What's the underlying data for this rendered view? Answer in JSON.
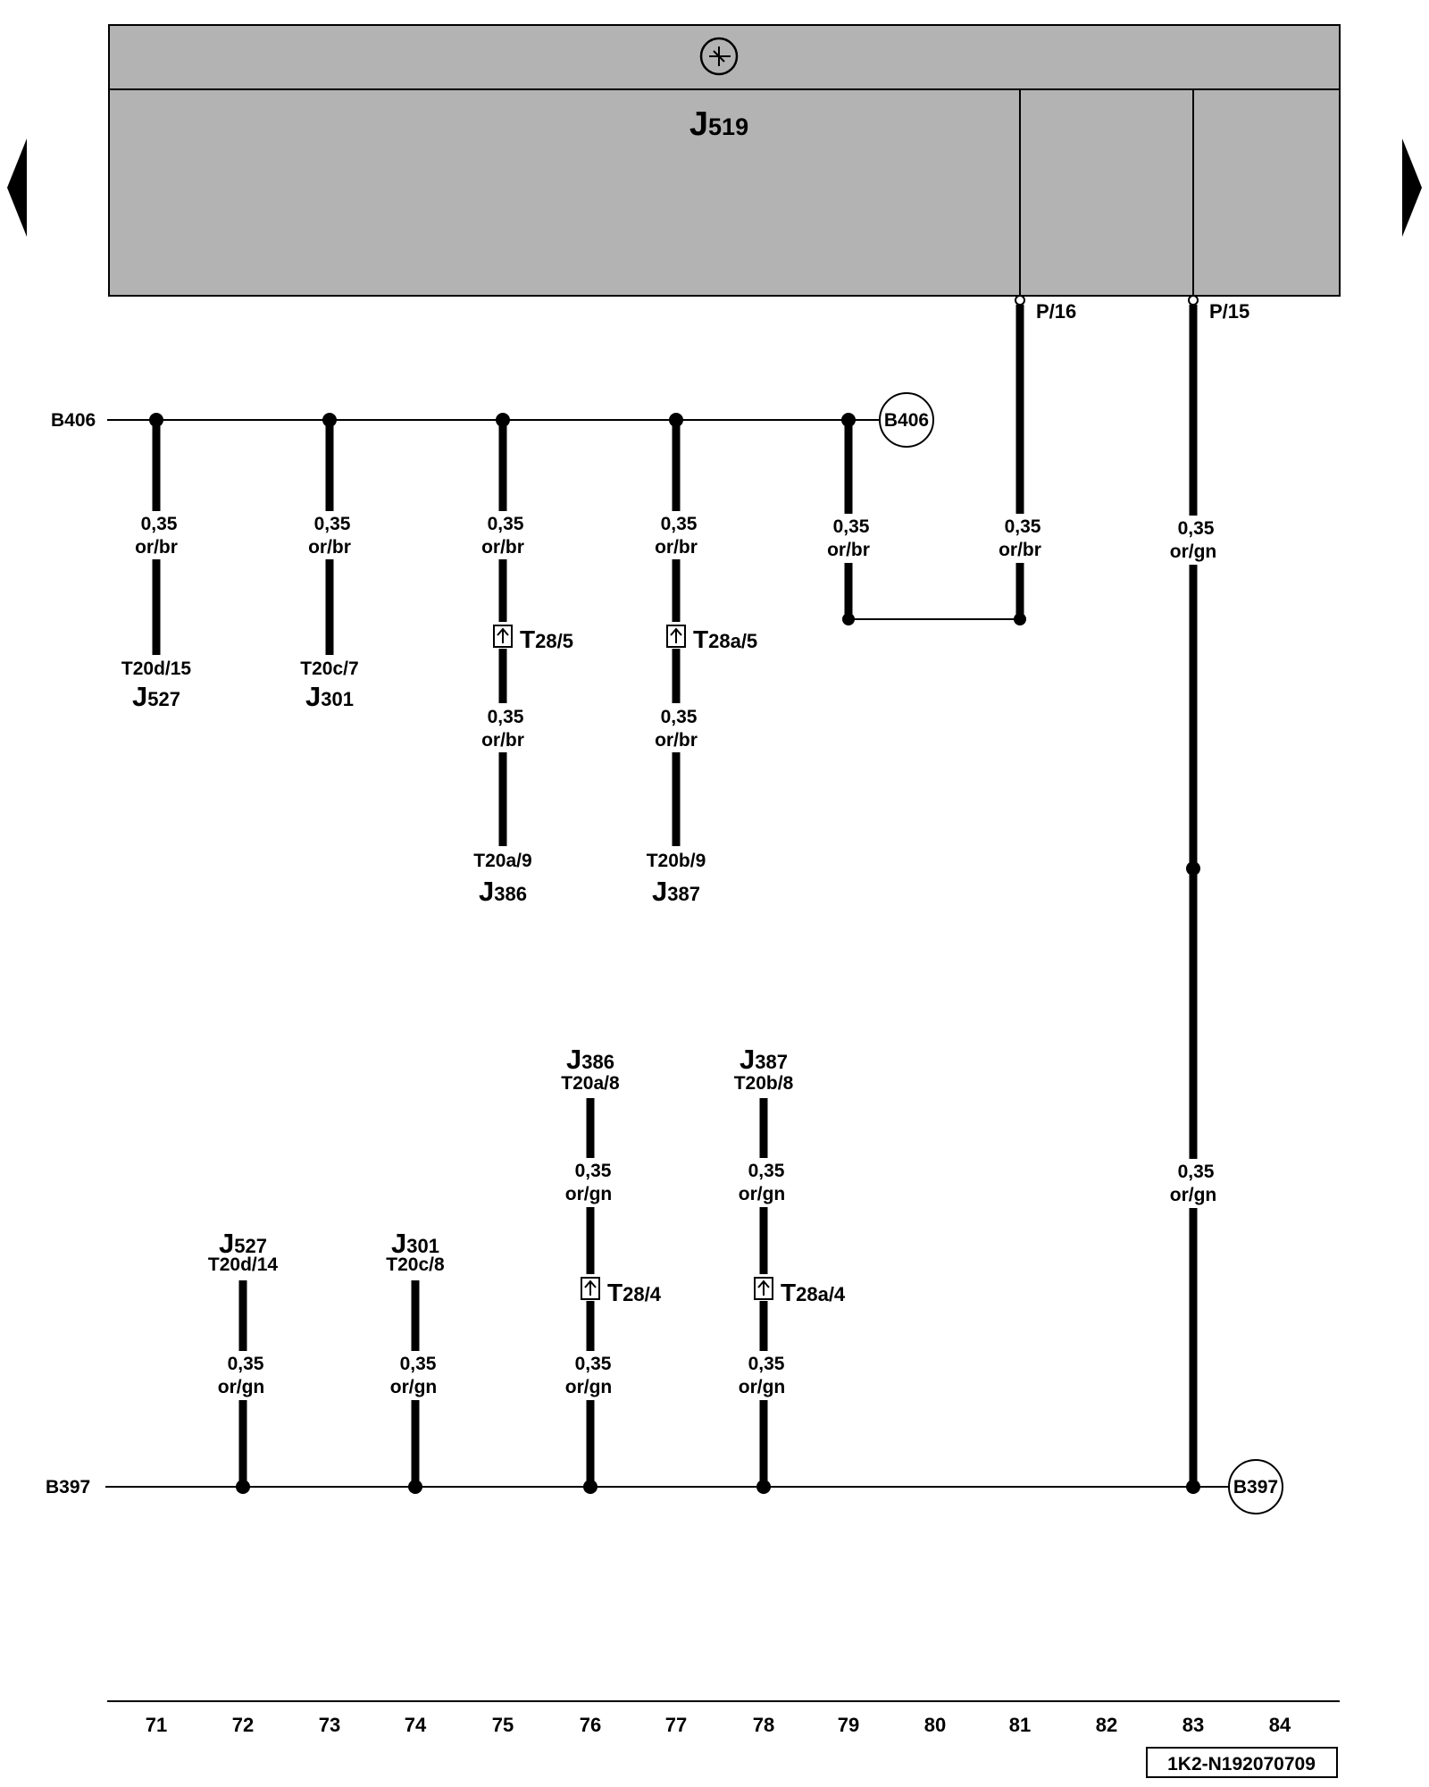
{
  "control_unit": {
    "id": "J519",
    "symbol": "ground-circle-icon",
    "pins": [
      {
        "label": "P/16"
      },
      {
        "label": "P/15"
      }
    ]
  },
  "navigation": {
    "prev": "prev-page-arrow-icon",
    "next": "next-page-arrow-icon"
  },
  "bus_top": {
    "label": "B406",
    "ref_label": "B406",
    "drops": [
      {
        "wire": [
          "0,35",
          "or/br"
        ],
        "end": {
          "pin": "T20d/15",
          "component": "J527"
        }
      },
      {
        "wire": [
          "0,35",
          "or/br"
        ],
        "end": {
          "pin": "T20c/7",
          "component": "J301"
        }
      },
      {
        "wire": [
          "0,35",
          "or/br"
        ],
        "connector": "T28/5",
        "wire2": [
          "0,35",
          "or/br"
        ],
        "end": {
          "pin": "T20a/9",
          "component": "J386"
        }
      },
      {
        "wire": [
          "0,35",
          "or/br"
        ],
        "connector": "T28a/5",
        "wire2": [
          "0,35",
          "or/br"
        ],
        "end": {
          "pin": "T20b/9",
          "component": "J387"
        }
      },
      {
        "wire": [
          "0,35",
          "or/br"
        ]
      },
      {
        "wire": [
          "0,35",
          "or/br"
        ]
      },
      {
        "wire": [
          "0,35",
          "or/gn"
        ]
      }
    ]
  },
  "bus_bottom": {
    "label": "B397",
    "ref_label": "B397",
    "drops": [
      {
        "start": {
          "component": "J527",
          "pin": "T20d/14"
        },
        "wire": [
          "0,35",
          "or/gn"
        ]
      },
      {
        "start": {
          "component": "J301",
          "pin": "T20c/8"
        },
        "wire": [
          "0,35",
          "or/gn"
        ]
      },
      {
        "start": {
          "component": "J386",
          "pin": "T20a/8"
        },
        "wire": [
          "0,35",
          "or/gn"
        ],
        "connector": "T28/4",
        "wire2": [
          "0,35",
          "or/gn"
        ]
      },
      {
        "start": {
          "component": "J387",
          "pin": "T20b/8"
        },
        "wire": [
          "0,35",
          "or/gn"
        ],
        "connector": "T28a/4",
        "wire2": [
          "0,35",
          "or/gn"
        ]
      },
      {
        "wire": [
          "0,35",
          "or/gn"
        ]
      }
    ]
  },
  "track_numbers": [
    "71",
    "72",
    "73",
    "74",
    "75",
    "76",
    "77",
    "78",
    "79",
    "80",
    "81",
    "82",
    "83",
    "84"
  ],
  "diagram_id": "1K2-N192070709",
  "colors": {
    "ecu_fill": "#b3b3b3",
    "line": "#000000",
    "background": "#ffffff"
  }
}
